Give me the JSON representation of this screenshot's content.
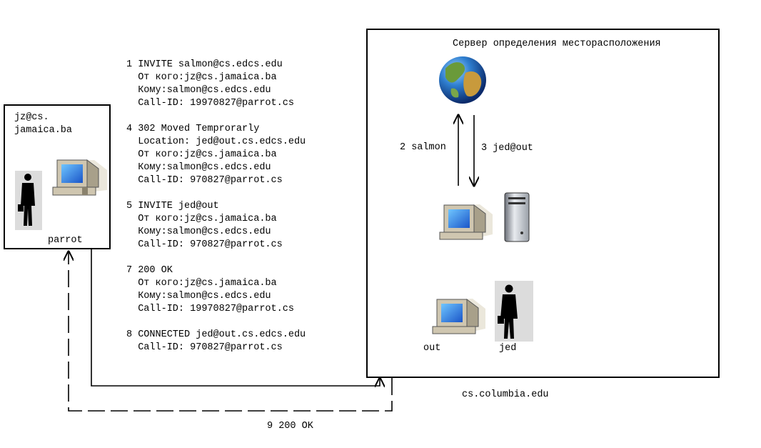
{
  "left_node": {
    "host_line1": "jz@cs.",
    "host_line2": "jamaica.ba",
    "machine_label": "parrot"
  },
  "right_node": {
    "server_title": "Сервер определения месторасположения",
    "proxy_to_server_label": "2 salmon",
    "server_to_proxy_label": "3 jed@out",
    "out_label": "out",
    "jed_label": "jed",
    "domain_label": "cs.columbia.edu"
  },
  "messages": [
    {
      "line1": "1 INVITE salmon@cs.edcs.edu",
      "line2": "  От кого:jz@cs.jamaica.ba",
      "line3": "  Кому:salmon@cs.edcs.edu",
      "line4": "  Call-ID: 19970827@parrot.cs",
      "line5": ""
    },
    {
      "line1": "4 302 Moved Temprorarly",
      "line2": "  Location: jed@out.cs.edcs.edu",
      "line3": "  От кого:jz@cs.jamaica.ba",
      "line4": "  Кому:salmon@cs.edcs.edu",
      "line5": "  Call-ID: 970827@parrot.cs"
    },
    {
      "line1": "5 INVITE jed@out",
      "line2": "  От кого:jz@cs.jamaica.ba",
      "line3": "  Кому:salmon@cs.edcs.edu",
      "line4": "  Call-ID: 970827@parrot.cs",
      "line5": ""
    },
    {
      "line1": "7 200 OK",
      "line2": "  От кого:jz@cs.jamaica.ba",
      "line3": "  Кому:salmon@cs.edcs.edu",
      "line4": "  Call-ID: 19970827@parrot.cs",
      "line5": ""
    },
    {
      "line1": "8 CONNECTED jed@out.cs.edcs.edu",
      "line2": "  Call-ID: 970827@parrot.cs",
      "line3": "",
      "line4": "",
      "line5": ""
    }
  ],
  "bottom_label": "9 200 OK",
  "icons": [
    "businessman-icon",
    "computer-icon",
    "globe-icon",
    "server-tower-icon"
  ]
}
